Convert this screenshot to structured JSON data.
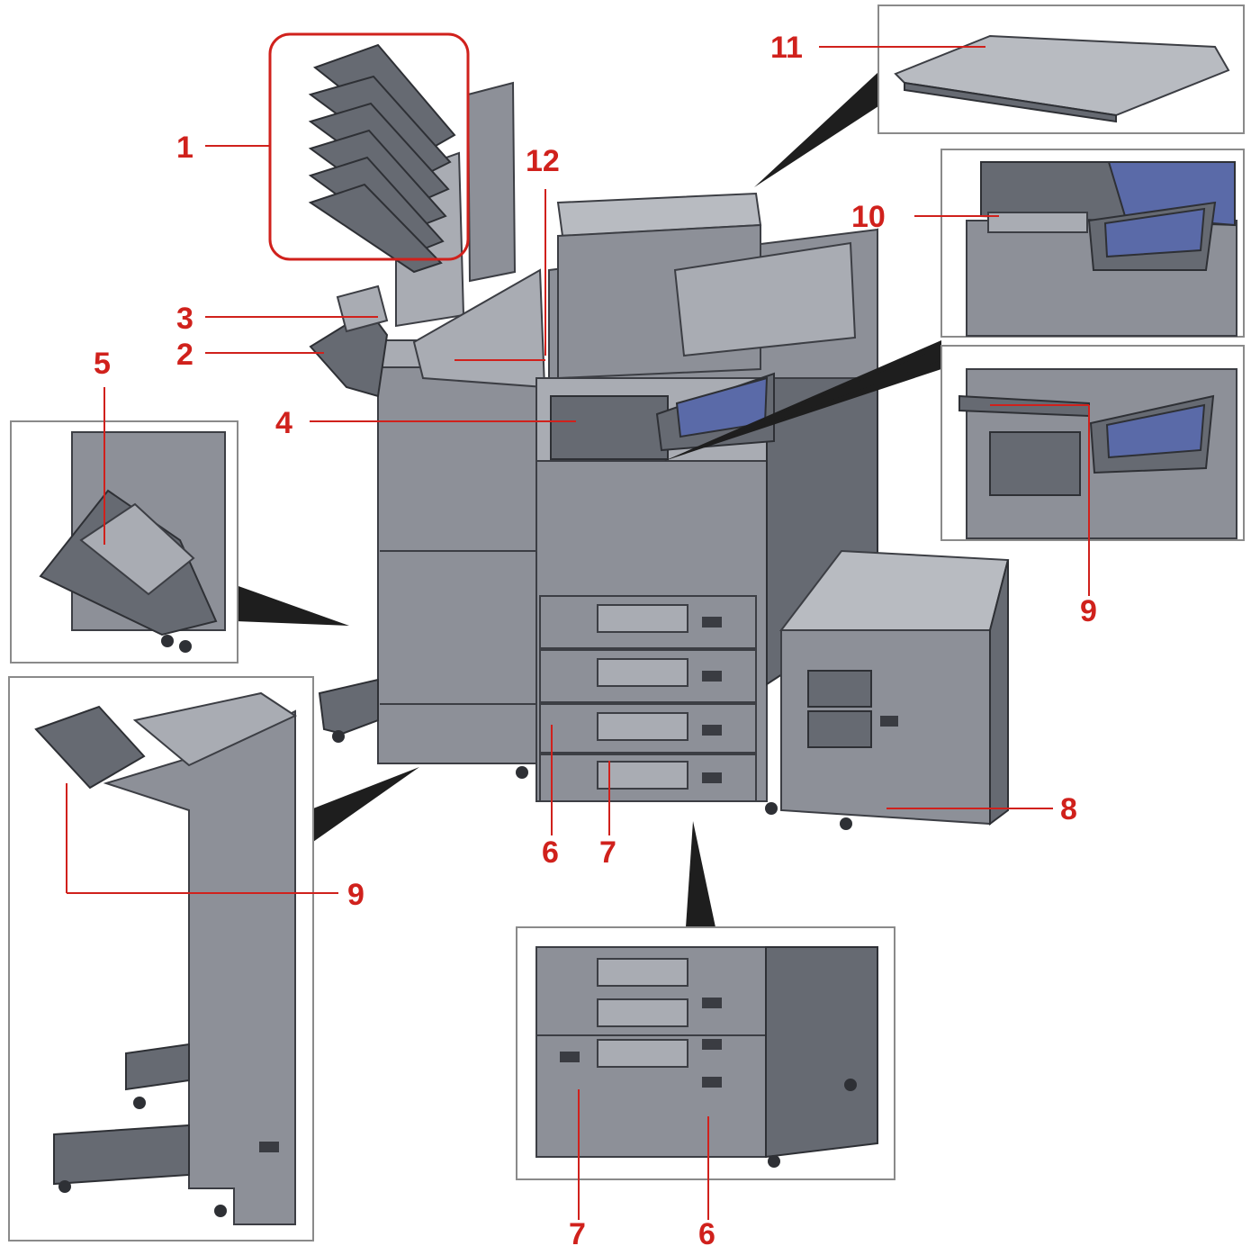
{
  "figure": {
    "callouts": [
      "1",
      "2",
      "3",
      "4",
      "5",
      "6",
      "7",
      "8",
      "9",
      "10",
      "11",
      "12"
    ],
    "colors": {
      "callout": "#d0211c",
      "device_body": "#8d9098",
      "device_light": "#a9acb3",
      "device_dark": "#666a72",
      "screen": "#5a6aa8",
      "inset_border": "#8a8a8a",
      "pointer": "#1e1e1e"
    }
  }
}
